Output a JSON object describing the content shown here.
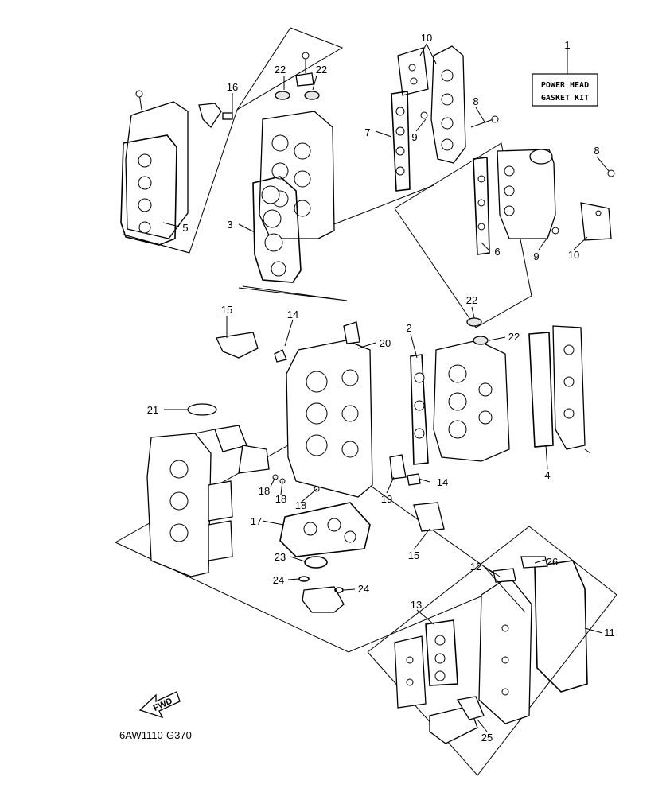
{
  "diagram": {
    "code": "6AW1110-G370",
    "fwd_label": "FWD",
    "kit_box": {
      "line1": "POWER HEAD",
      "line2": "GASKET KIT"
    },
    "callouts": [
      "1",
      "2",
      "3",
      "4",
      "5",
      "6",
      "7",
      "8",
      "8",
      "9",
      "9",
      "10",
      "10",
      "11",
      "12",
      "13",
      "14",
      "14",
      "15",
      "15",
      "16",
      "17",
      "18",
      "18",
      "18",
      "19",
      "20",
      "21",
      "22",
      "22",
      "22",
      "22",
      "23",
      "24",
      "24",
      "25",
      "26"
    ]
  }
}
